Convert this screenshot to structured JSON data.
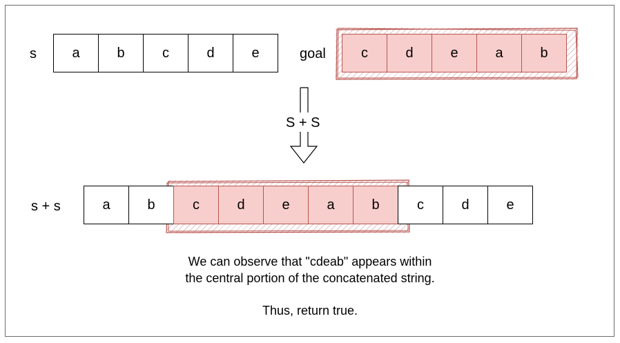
{
  "s_label": "s",
  "goal_label": "goal",
  "ss_label": "s + s",
  "s_cells": [
    "a",
    "b",
    "c",
    "d",
    "e"
  ],
  "goal_cells": [
    "c",
    "d",
    "e",
    "a",
    "b"
  ],
  "ss_cells": [
    "a",
    "b",
    "c",
    "d",
    "e",
    "a",
    "b",
    "c",
    "d",
    "e"
  ],
  "ss_highlight_range": [
    2,
    6
  ],
  "op_label": "S + S",
  "note_lines": [
    "We can observe that \"cdeab\" appears within",
    "the central portion of the concatenated string."
  ],
  "conclusion": "Thus, return true.",
  "colors": {
    "highlight_fill": "#f8cecc",
    "highlight_stroke": "#b85450"
  }
}
